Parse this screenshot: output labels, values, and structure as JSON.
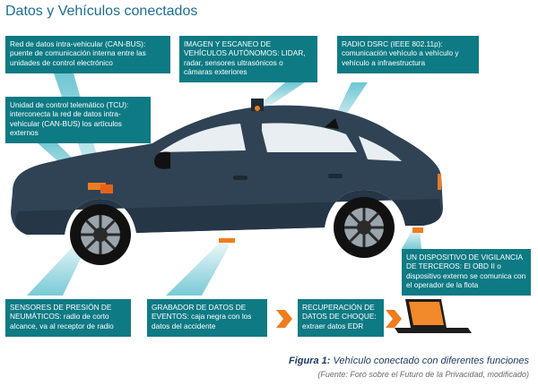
{
  "title": "Datos y Vehículos conectados",
  "boxes": {
    "can_bus": "Red de datos intra-vehicular (CAN-BUS): puente de comunicación interna entre las unidades de control electrónico",
    "imaging": "IMAGEN Y ESCANEO DE VEHÍCULOS AUTÓNOMOS: LIDAR, radar, sensores ultrasónicos o cámaras exteriores",
    "dsrc": "RADIO DSRC (IEEE 802.11p): comunicación vehículo a vehículo y vehículo a infraestructura",
    "tcu": "Unidad de control telemático (TCU): interconecta la red de datos intra-vehicular (CAN-BUS) los artículos externos",
    "tire": "SENSORES DE PRESIÓN DE NEUMÁTICOS: radio de corto alcance, va al receptor de radio",
    "recorder": "GRABADOR DE DATOS DE EVENTOS: caja negra con los datos del accidente",
    "crash": "RECUPERACIÓN DE DATOS DE CHOQUE: extraer datos EDR",
    "third_party": "UN DISPOSITIVO DE VIGILANCIA DE TERCEROS: El OBD II o dispositivo externo se comunica con el operador de la flota"
  },
  "caption": {
    "label": "Figura 1:",
    "text": " Vehículo conectado con diferentes funciones",
    "source": "(Fuente: Foro sobre el Futuro de la Privacidad, modificado)"
  },
  "colors": {
    "box": "#0e7a84",
    "car": "#2f4355",
    "accent": "#f07c1e",
    "title": "#1e6d8e"
  }
}
